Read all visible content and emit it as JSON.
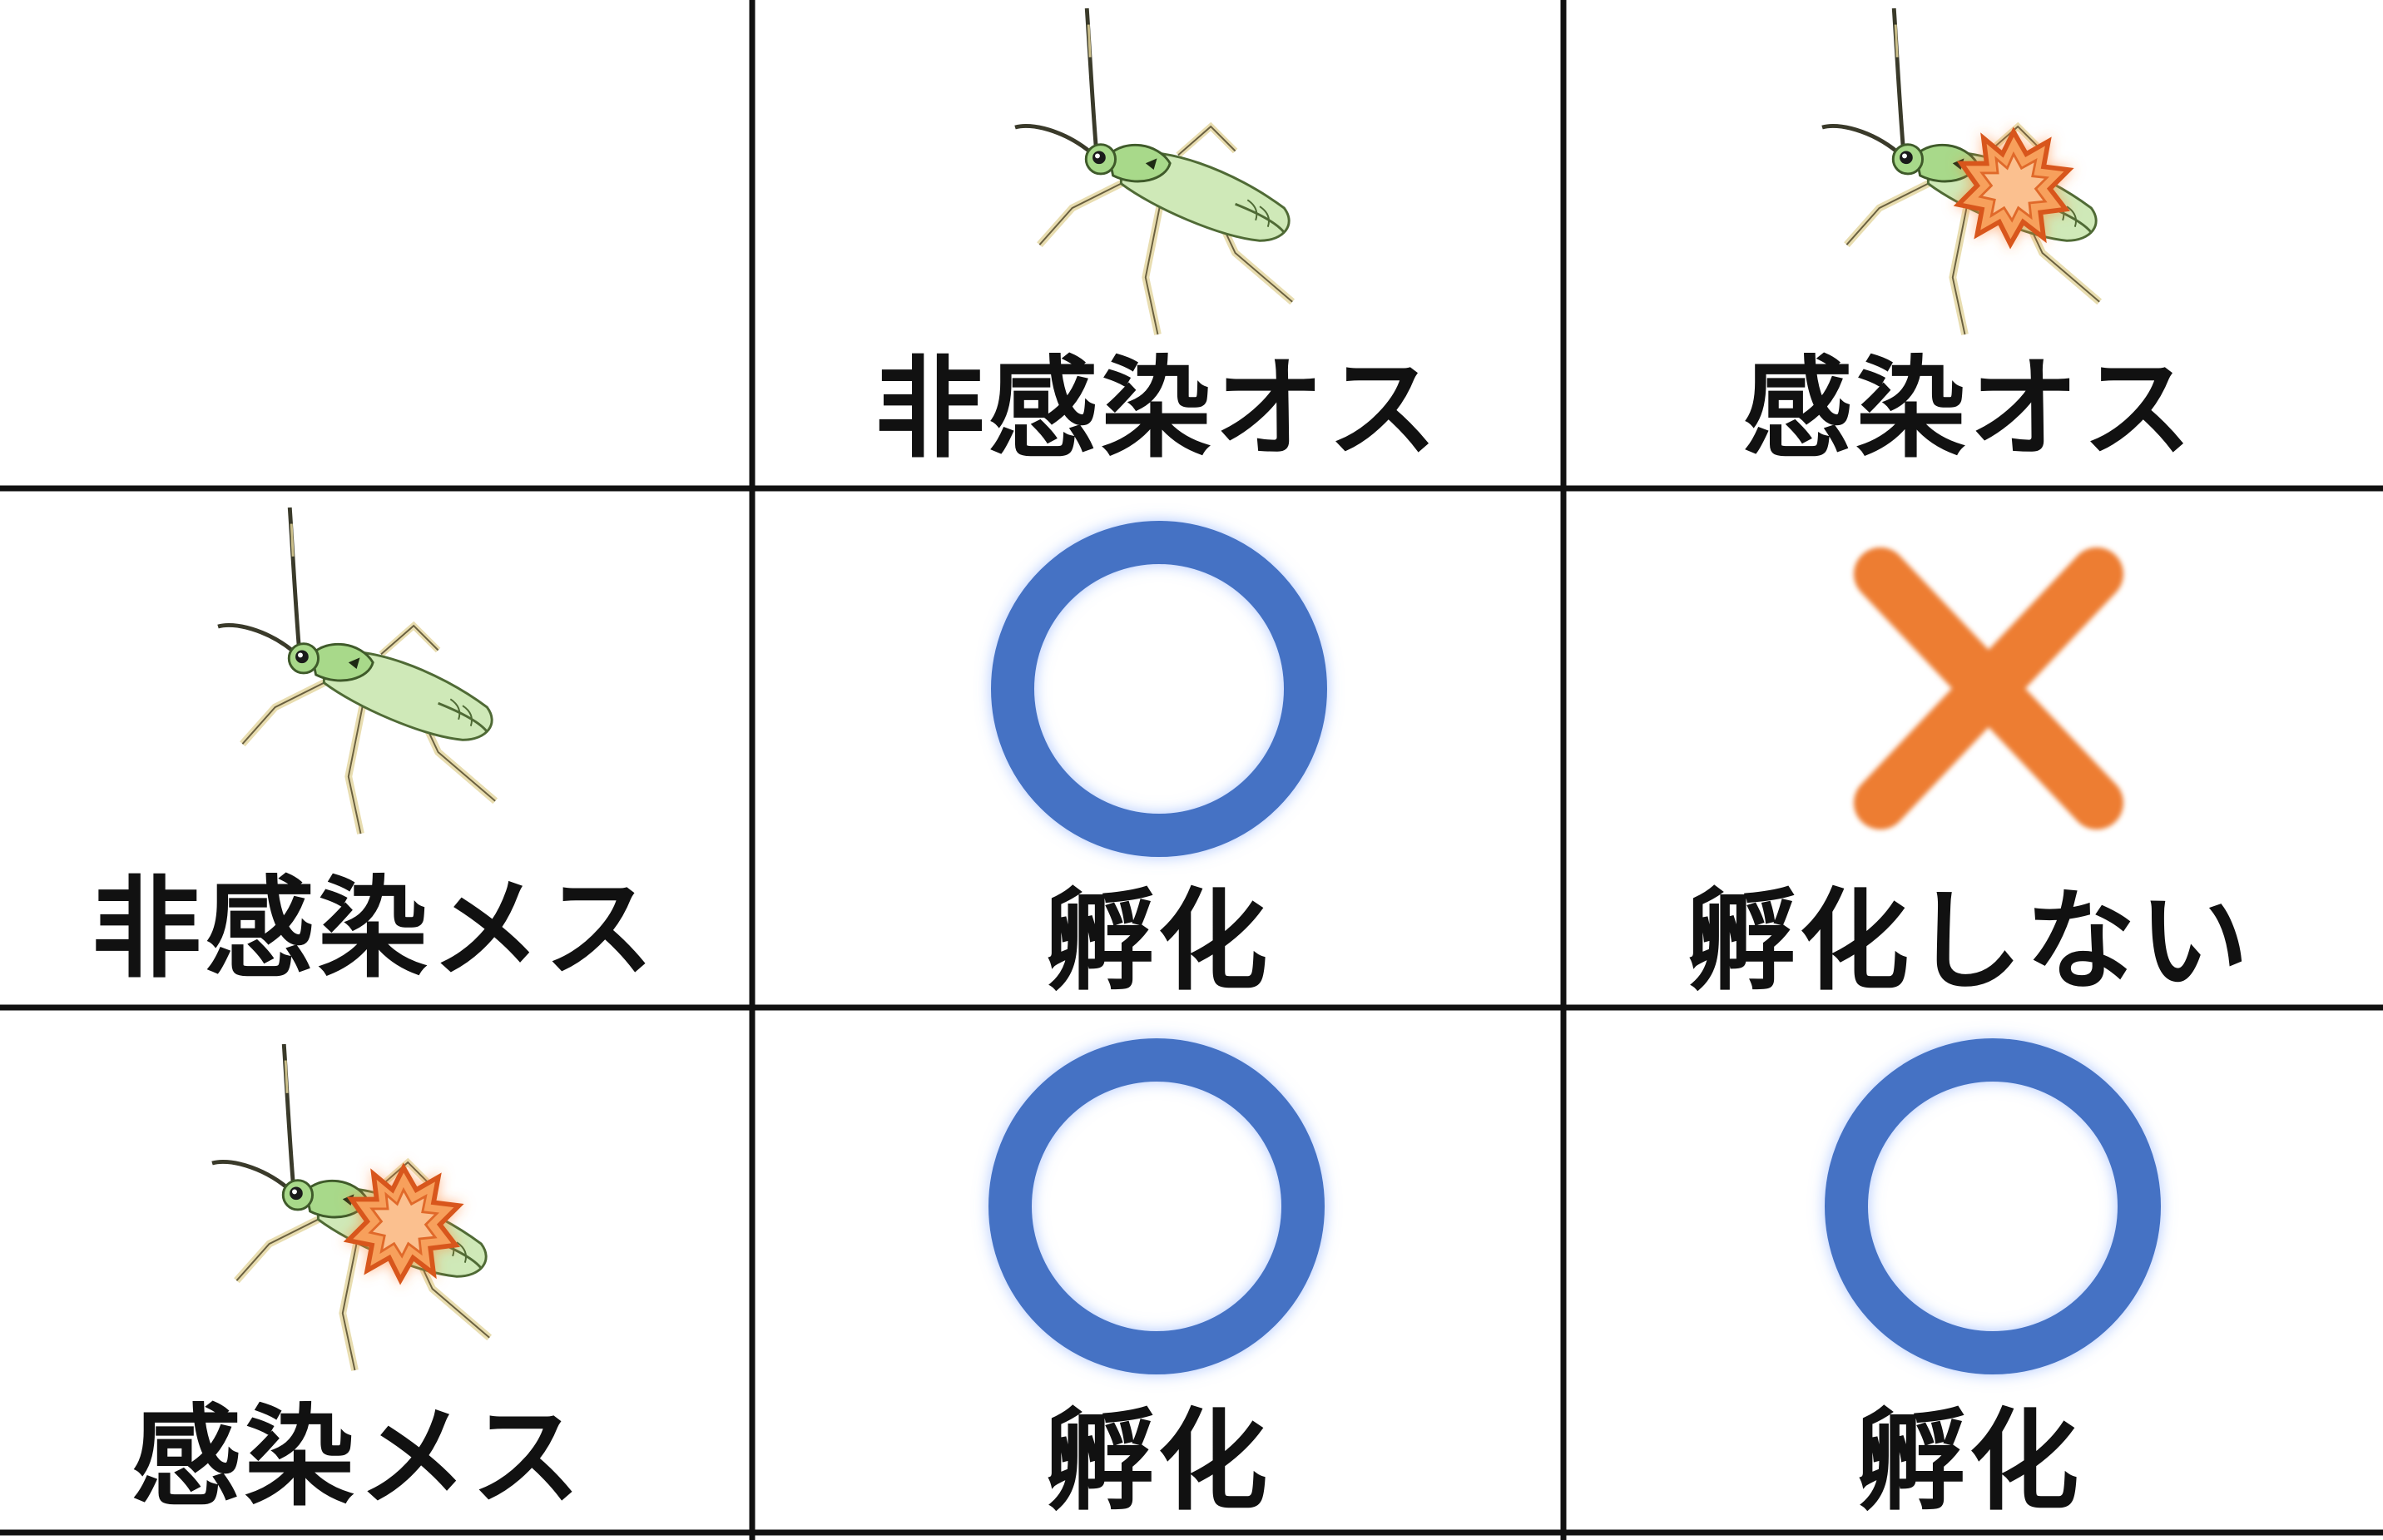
{
  "columns": {
    "uninfected_male": "非感染オス",
    "infected_male": "感染オス"
  },
  "rows": {
    "uninfected_female": "非感染メス",
    "infected_female": "感染メス"
  },
  "results": {
    "uninfected_female_x_uninfected_male": {
      "mark": "circle-mark",
      "label": "孵化"
    },
    "uninfected_female_x_infected_male": {
      "mark": "cross-mark",
      "label": "孵化しない"
    },
    "infected_female_x_uninfected_male": {
      "mark": "circle-mark",
      "label": "孵化"
    },
    "infected_female_x_infected_male": {
      "mark": "circle-mark",
      "label": "孵化"
    }
  },
  "colors": {
    "circle": "#4472c4",
    "cross": "#ed7d31",
    "insect_body": "#a8d98a",
    "insect_wing": "#cfe9b8",
    "infection_burst": "#f07a2a",
    "grid_line": "#111111"
  },
  "icons": {
    "insect": "mirid-bug-icon",
    "infection": "infection-burst-icon"
  }
}
